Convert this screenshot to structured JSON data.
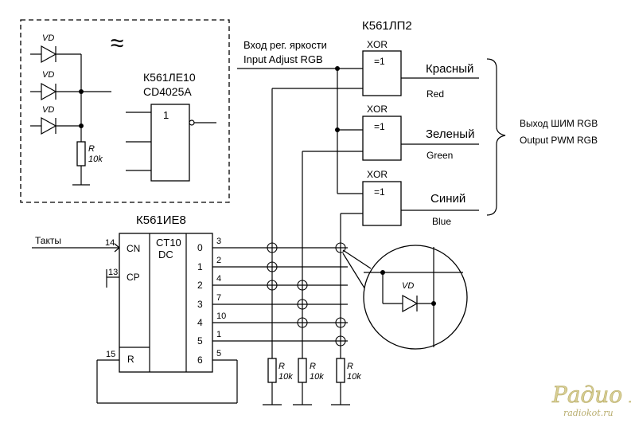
{
  "colors": {
    "red": "#ff0000",
    "green": "#00d000",
    "blue": "#0000cc",
    "watermark": "#c9bf7a"
  },
  "inset": {
    "vd_labels": [
      "VD",
      "VD",
      "VD"
    ],
    "resistor": {
      "ref": "R",
      "value": "10k"
    },
    "tilde": "≈",
    "chip_name": "К561ЛЕ10",
    "chip_name_en": "CD4025A",
    "gate_symbol": "1"
  },
  "counter": {
    "name": "К561ИЕ8",
    "type_line1": "CT10",
    "type_line2": "DC",
    "pin_cn_label": "CN",
    "pin_cp_label": "CP",
    "pin_r_label": "R",
    "pin_cn_num": "14",
    "pin_cp_num": "13",
    "pin_r_num": "15",
    "clock_input_label": "Такты",
    "outputs": [
      {
        "index": "0",
        "pin": "3"
      },
      {
        "index": "1",
        "pin": "2"
      },
      {
        "index": "2",
        "pin": "4"
      },
      {
        "index": "3",
        "pin": "7"
      },
      {
        "index": "4",
        "pin": "10"
      },
      {
        "index": "5",
        "pin": "1"
      },
      {
        "index": "6",
        "pin": "5"
      }
    ]
  },
  "xor": {
    "chip_name": "К561ЛП2",
    "gate_type": "XOR",
    "gate_symbol": "=1",
    "adjust_input_ru": "Вход рег. яркости",
    "adjust_input_en": "Input Adjust RGB",
    "channels": [
      {
        "name_ru": "Красный",
        "name_en": "Red"
      },
      {
        "name_ru": "Зеленый",
        "name_en": "Green"
      },
      {
        "name_ru": "Синий",
        "name_en": "Blue"
      }
    ]
  },
  "output_label_ru": "Выход ШИМ RGB",
  "output_label_en": "Output PWM RGB",
  "bottom_resistors": [
    {
      "ref": "R",
      "value": "10k"
    },
    {
      "ref": "R",
      "value": "10k"
    },
    {
      "ref": "R",
      "value": "10k"
    }
  ],
  "magnified": {
    "vd_label": "VD"
  },
  "watermark": {
    "main": "Радио КОТ",
    "url": "radiokot.ru"
  }
}
